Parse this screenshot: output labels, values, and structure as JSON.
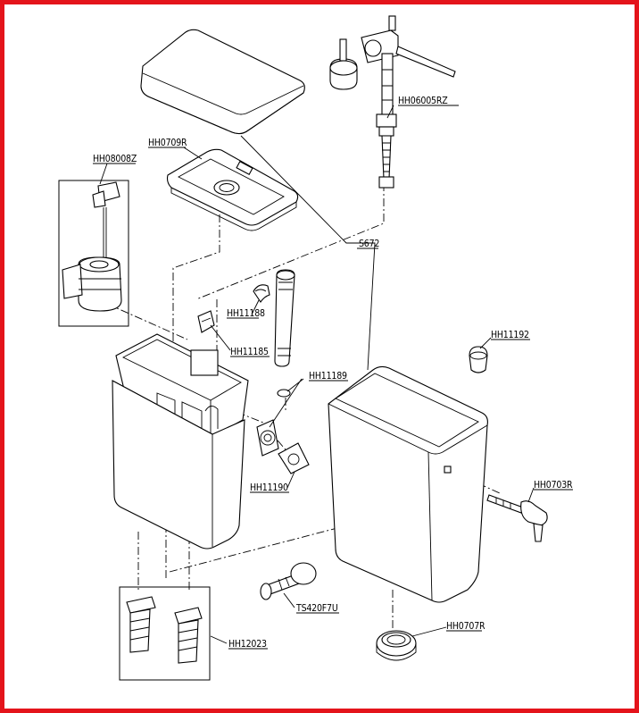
{
  "colors": {
    "frame": "#e4141b",
    "line": "#000000",
    "background": "#ffffff"
  },
  "parts": {
    "float_valve": "HH06005RZ",
    "lid_panel": "HH0709R",
    "flush_mechanism": "HH08008Z",
    "tank": "S672",
    "clip_a": "HH11188",
    "bracket": "HH11185",
    "cap": "HH11192",
    "gasket_flange": "HH11189",
    "plate": "HH11190",
    "handle_lever": "HH0703R",
    "connector": "TS420F7U",
    "bolt_set": "HH12023",
    "seal_ring": "HH0707R"
  }
}
